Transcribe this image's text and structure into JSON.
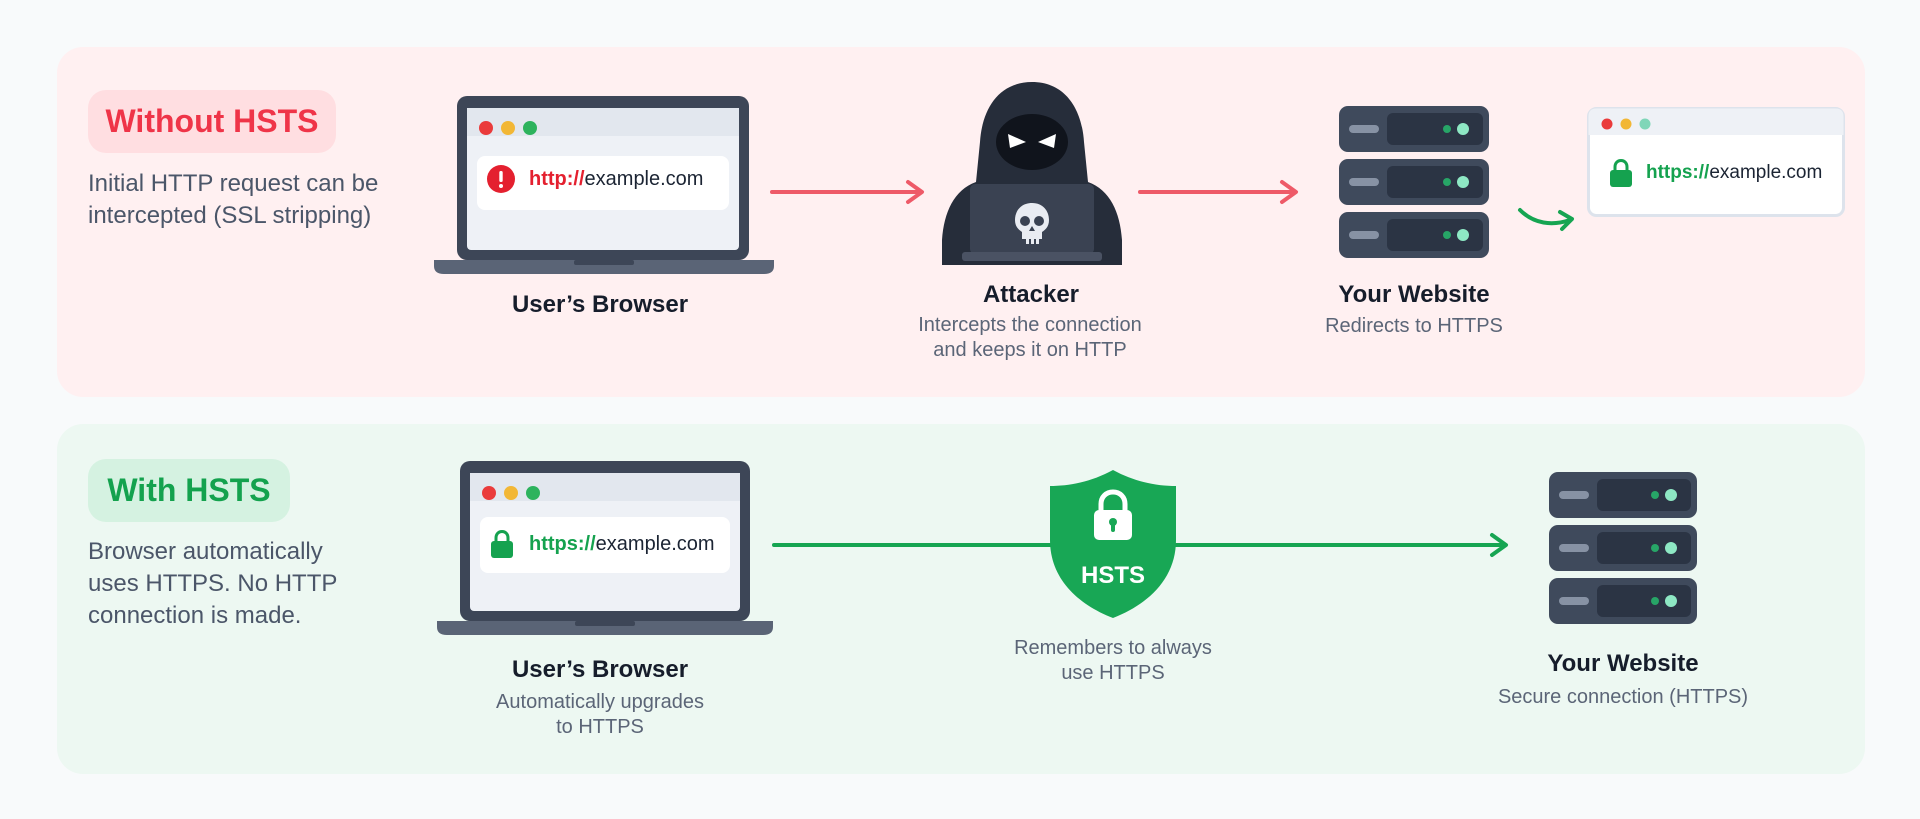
{
  "without": {
    "badge": "Without HSTS",
    "desc_line1": "Initial HTTP request can be",
    "desc_line2": "intercepted (SSL stripping)",
    "browser_title": "User’s Browser",
    "url_scheme": "http://",
    "url_host": "example.com",
    "attacker_title": "Attacker",
    "attacker_sub_line1": "Intercepts the connection",
    "attacker_sub_line2": "and keeps it on HTTP",
    "website_title": "Your Website",
    "website_sub": "Redirects to HTTPS",
    "redirect_scheme": "https://",
    "redirect_host": "example.com"
  },
  "with": {
    "badge": "With HSTS",
    "desc_line1": "Browser automatically",
    "desc_line2": "uses HTTPS. No HTTP",
    "desc_line3": "connection is made.",
    "browser_title": "User’s Browser",
    "browser_sub_line1": "Automatically upgrades",
    "browser_sub_line2": "to HTTPS",
    "url_scheme": "https://",
    "url_host": "example.com",
    "shield_label": "HSTS",
    "shield_sub_line1": "Remembers to always",
    "shield_sub_line2": "use HTTPS",
    "website_title": "Your Website",
    "website_sub": "Secure connection (HTTPS)"
  },
  "colors": {
    "danger": "#ef3448",
    "success": "#14a24e",
    "arrow_red": "#ee5a68",
    "arrow_green": "#16a552",
    "device_dark": "#3d4657",
    "server": "#3f4a5c"
  },
  "icons": [
    "warning-icon",
    "lock-icon",
    "skull-icon",
    "shield-icon",
    "server-icon",
    "laptop-icon",
    "hacker-icon",
    "redirect-arrow-icon"
  ]
}
